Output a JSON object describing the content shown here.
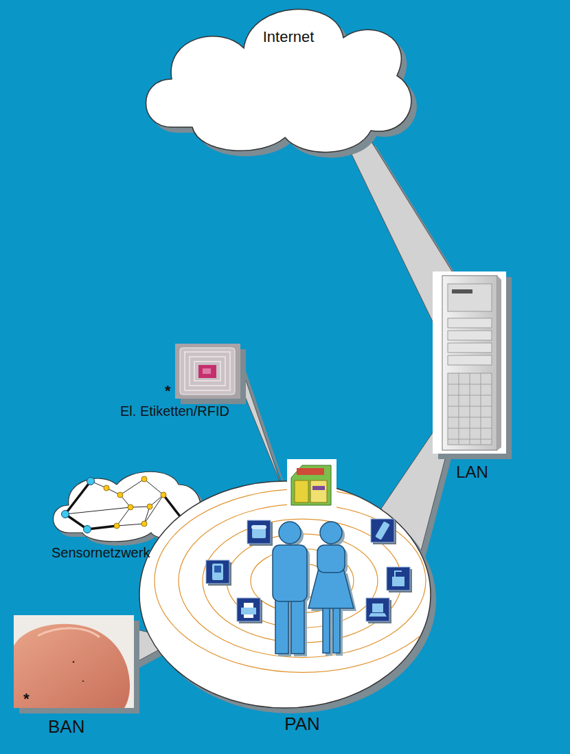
{
  "diagram": {
    "nodes": [
      {
        "text": [
          "Internet"
        ]
      },
      {
        "text": [
          "LAN"
        ]
      },
      {
        "text": [
          "El. Etiketten/RFID"
        ]
      },
      {
        "text": [
          "Sensornetzwerk"
        ]
      },
      {
        "text": [
          "PAN"
        ]
      },
      {
        "text": [
          "BAN"
        ]
      }
    ],
    "edges": [
      {
        "from": 1,
        "to": 0,
        "arrow": "none"
      },
      {
        "from": 4,
        "to": 1,
        "arrow": "none"
      },
      {
        "from": 2,
        "to": 4,
        "arrow": "none"
      },
      {
        "from": 5,
        "to": 4,
        "arrow": "none"
      }
    ],
    "labels": [
      "*",
      "*"
    ]
  }
}
